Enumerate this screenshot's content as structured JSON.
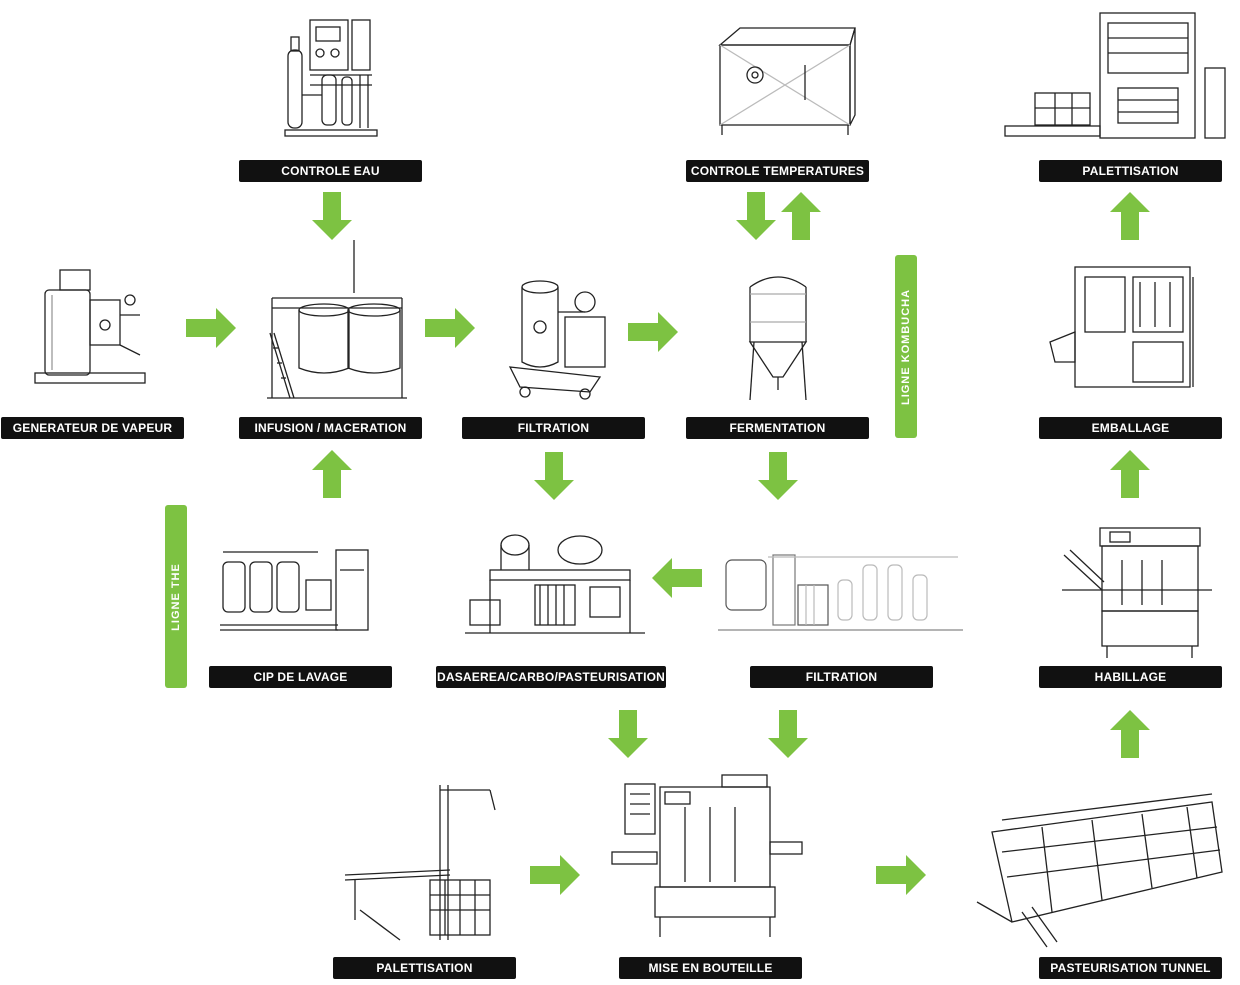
{
  "colors": {
    "accent": "#7dc242",
    "label_bg": "#111111",
    "label_text": "#ffffff"
  },
  "labels": {
    "controle_eau": "CONTROLE EAU",
    "controle_temperatures": "CONTROLE TEMPERATURES",
    "palettisation_top": "PALETTISATION",
    "generateur_vapeur": "GENERATEUR DE VAPEUR",
    "infusion_maceration": "INFUSION / MACERATION",
    "filtration_top": "FILTRATION",
    "fermentation": "FERMENTATION",
    "emballage": "EMBALLAGE",
    "cip_lavage": "CIP DE LAVAGE",
    "dasaerea": "DASAEREA/CARBO/PASTEURISATION",
    "filtration_mid": "FILTRATION",
    "habillage": "HABILLAGE",
    "palettisation_bottom": "PALETTISATION",
    "mise_en_bouteille": "MISE EN BOUTEILLE",
    "pasteurisation_tunnel": "PASTEURISATION TUNNEL"
  },
  "lines": {
    "kombucha": "LIGNE KOMBUCHA",
    "the": "LIGNE THE"
  },
  "machine_icons": [
    "water-treatment-machine-icon",
    "temperature-control-tank-icon",
    "palletizer-machine-icon",
    "steam-generator-icon",
    "brewhouse-icon",
    "vertical-filter-icon",
    "fermenter-tank-icon",
    "packaging-machine-icon",
    "cip-station-icon",
    "pasteurisation-skid-icon",
    "filtration-skid-icon",
    "labeling-machine-icon",
    "bottling-machine-icon",
    "tunnel-pasteurizer-icon"
  ]
}
